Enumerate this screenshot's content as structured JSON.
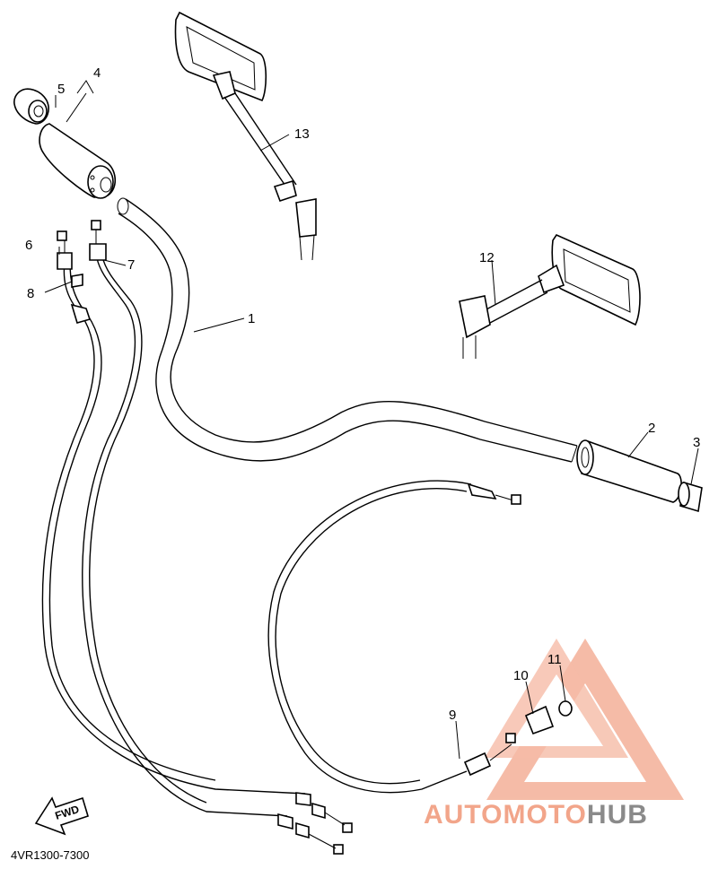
{
  "diagram": {
    "part_number": "4VR1300-7300",
    "fwd_label": "FWD",
    "callouts": [
      "1",
      "2",
      "3",
      "4",
      "5",
      "6",
      "7",
      "8",
      "9",
      "10",
      "11",
      "12",
      "13"
    ]
  },
  "watermark": {
    "word1": "AUTO",
    "word2": "MOTO",
    "word3": "HUB",
    "color_primary": "#f2a58a",
    "color_dark": "#8a8a8a"
  }
}
